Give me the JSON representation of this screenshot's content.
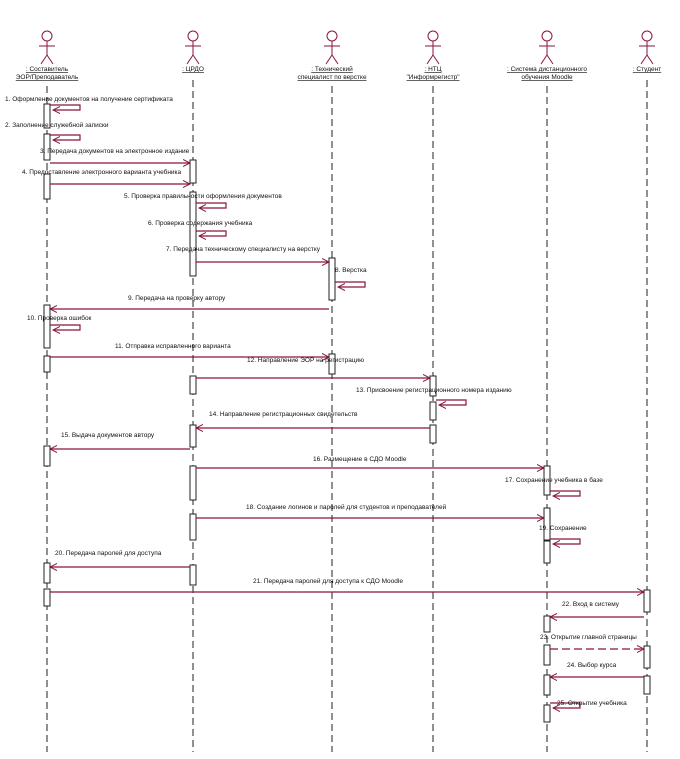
{
  "colors": {
    "arrow": "#8a1538",
    "ink": "#111111",
    "lifeline": "#222222"
  },
  "actors": [
    {
      "id": "author",
      "lines": [
        ": Составитель",
        "ЭОР/Преподаватель"
      ]
    },
    {
      "id": "csdo",
      "lines": [
        ": ЦРДО"
      ]
    },
    {
      "id": "tech",
      "lines": [
        ": Технический",
        "специалист по верстке"
      ]
    },
    {
      "id": "ntc",
      "lines": [
        ": НТЦ",
        "\"Информрегистр\""
      ]
    },
    {
      "id": "moodle",
      "lines": [
        ": Система дистанционного",
        "обучения Moodle"
      ]
    },
    {
      "id": "student",
      "lines": [
        ": Студент"
      ]
    }
  ],
  "messages": [
    {
      "label": "1. Оформление документов на получение сертификата"
    },
    {
      "label": "2. Заполнение служебной записки"
    },
    {
      "label": "3. Передача документов на электронное издание"
    },
    {
      "label": "4. Предоставление электронного варианта учебника"
    },
    {
      "label": "5. Проверка правильности оформления документов"
    },
    {
      "label": "6. Проверка содержания учебника"
    },
    {
      "label": "7. Передача техническому специалисту на верстку"
    },
    {
      "label": "8. Верстка"
    },
    {
      "label": "9. Передача на проверку автору"
    },
    {
      "label": "10. Проверка ошибок"
    },
    {
      "label": "11. Отправка исправленного варианта"
    },
    {
      "label": "12. Направление ЭОР на регистрацию"
    },
    {
      "label": "13. Присвоение регистрационного номера изданию"
    },
    {
      "label": "14. Направление регистрационных свидетельств"
    },
    {
      "label": "15. Выдача документов автору"
    },
    {
      "label": "16. Размещение в СДО Moodle"
    },
    {
      "label": "17. Сохранение учебника в базе"
    },
    {
      "label": "18. Создание логинов и паролей для студентов и преподавателей"
    },
    {
      "label": "19. Сохранение"
    },
    {
      "label": "20. Передача паролей для доступа"
    },
    {
      "label": "21. Передача паролей для доступа к СДО Moodle"
    },
    {
      "label": "22. Вход в систему"
    },
    {
      "label": "23. Открытие главной страницы"
    },
    {
      "label": "24. Выбор курса"
    },
    {
      "label": "25. Открытие учебника"
    }
  ]
}
